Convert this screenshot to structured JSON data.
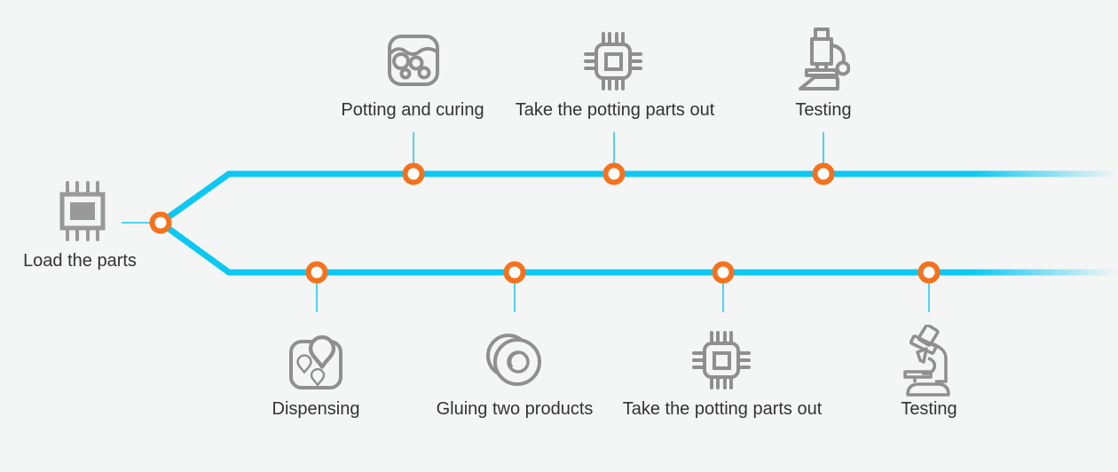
{
  "diagram": {
    "type": "process-flow",
    "colors": {
      "background": "#f4f5f5",
      "flow_line": "#0cc8f2",
      "connector_line": "#4ed3f4",
      "node_ring": "#f4721e",
      "node_fill": "#ffffff",
      "icon_gray": "#8f8f8f",
      "label_text": "#333333"
    },
    "start": {
      "label": "Load the parts",
      "icon": "chip-loaded-icon"
    },
    "top_branch": {
      "steps": [
        {
          "label": "Potting and curing",
          "icon": "potting-container-icon"
        },
        {
          "label": "Take the potting parts out",
          "icon": "chip-icon"
        },
        {
          "label": "Testing",
          "icon": "microscope-icon"
        }
      ]
    },
    "bottom_branch": {
      "steps": [
        {
          "label": "Dispensing",
          "icon": "dispensing-droplets-icon"
        },
        {
          "label": "Gluing two products",
          "icon": "two-discs-icon"
        },
        {
          "label": "Take the potting parts out",
          "icon": "chip-icon"
        },
        {
          "label": "Testing",
          "icon": "microscope-tilted-icon"
        }
      ]
    }
  }
}
